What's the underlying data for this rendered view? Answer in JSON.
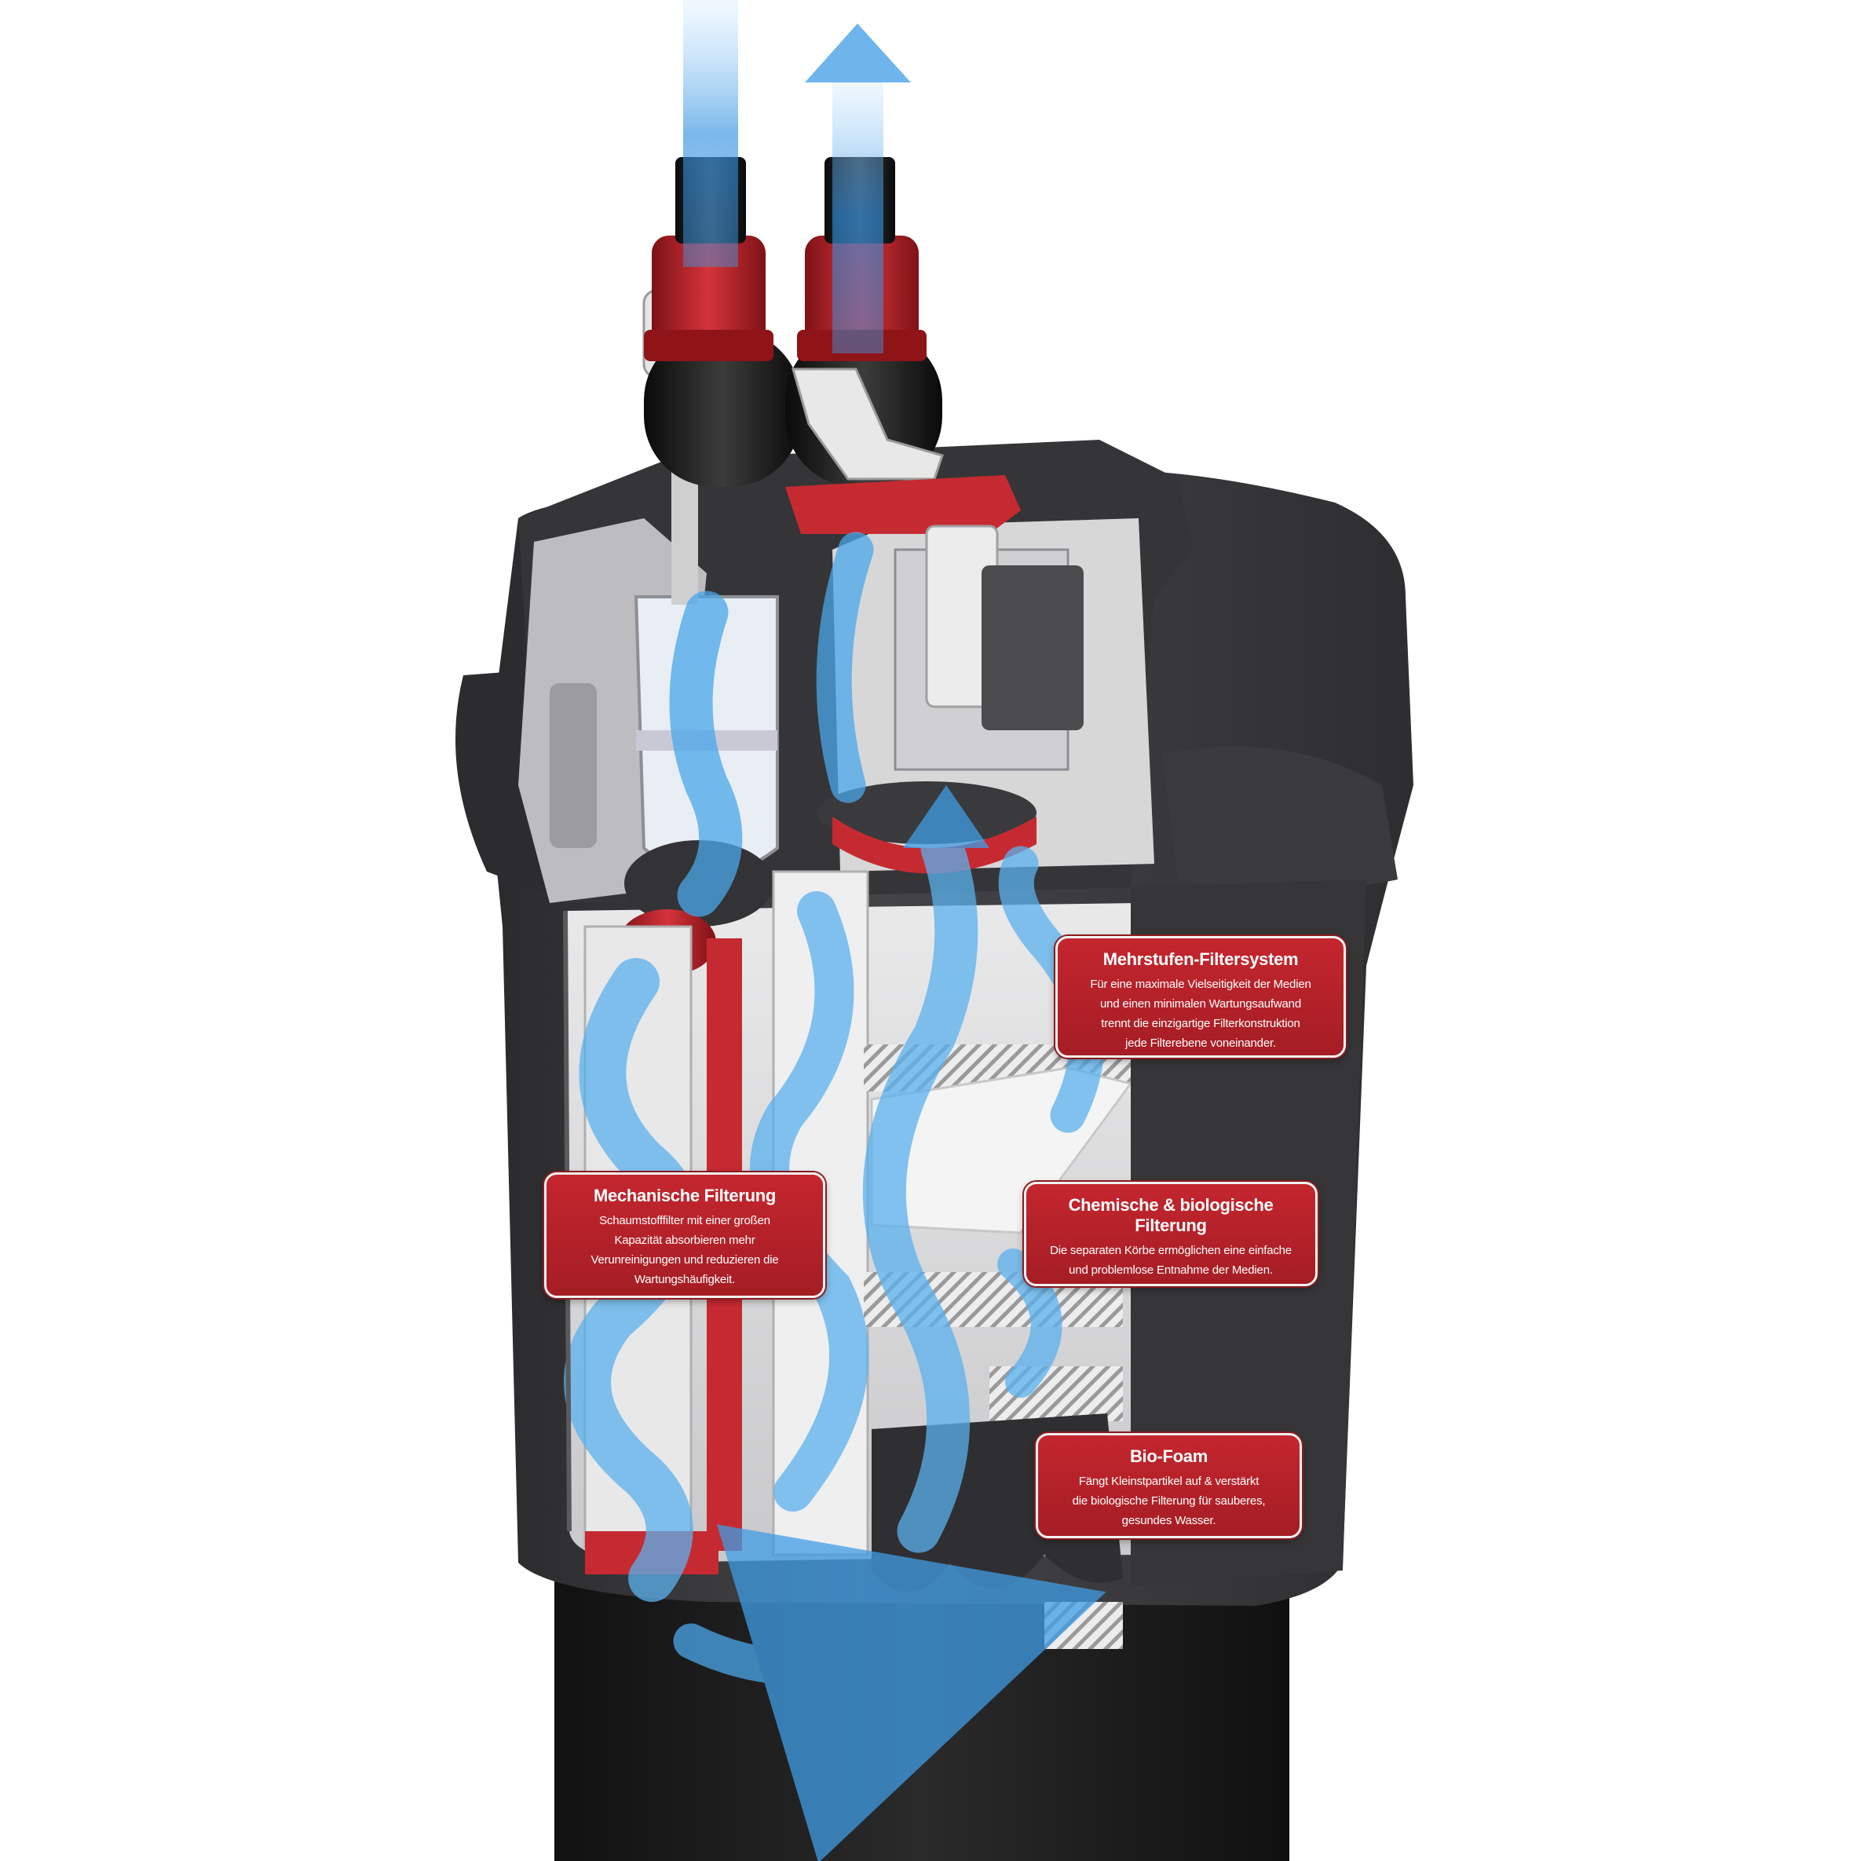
{
  "colors": {
    "callout_fill": "#b3222a",
    "housing": "#3c3c3e",
    "accent_red": "#c0272d",
    "water_blue": "#5fb4ee",
    "interior": "#d9d9da"
  },
  "callouts": {
    "multistage": {
      "title": "Mehrstufen-Filtersystem",
      "lines": [
        "Für eine maximale Vielseitigkeit der Medien",
        "und einen minimalen Wartungsaufwand",
        "trennt die einzigartige Filterkonstruktion",
        "jede Filterebene voneinander."
      ]
    },
    "mechanical": {
      "title": "Mechanische Filterung",
      "lines": [
        "Schaumstofffilter mit einer großen",
        "Kapazität absorbieren mehr",
        "Verunreinigungen und reduzieren die",
        "Wartungshäufigkeit."
      ]
    },
    "chemical": {
      "title": "Chemische & biologische Filterung",
      "lines": [
        "Die separaten Körbe ermöglichen eine einfache",
        "und problemlose Entnahme der Medien."
      ]
    },
    "biofoam": {
      "title": "Bio-Foam",
      "lines": [
        "Fängt Kleinstpartikel auf & verstärkt",
        "die biologische Filterung für sauberes,",
        "gesundes Wasser."
      ]
    }
  }
}
